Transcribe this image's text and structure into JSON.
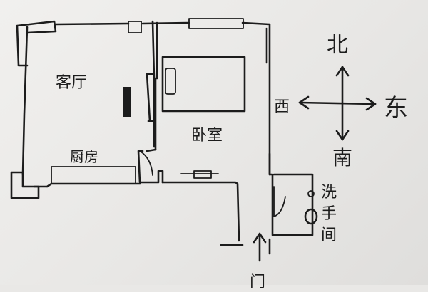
{
  "rooms": {
    "living_room": "客厅",
    "bedroom": "卧室",
    "kitchen": "厨房",
    "bathroom": "洗手间"
  },
  "entrance": "门",
  "compass": {
    "north": "北",
    "south": "南",
    "east": "东",
    "west": "西"
  }
}
